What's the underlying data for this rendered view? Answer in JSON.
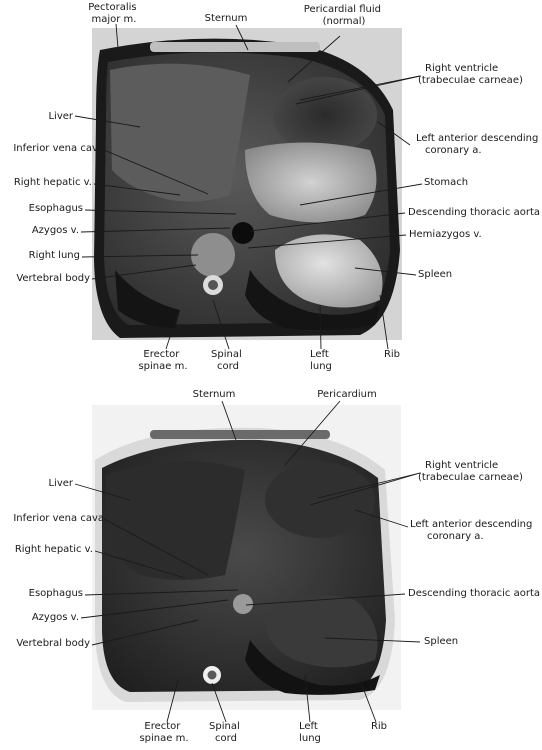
{
  "colors": {
    "leader": "#1a1a1a",
    "text": "#1a1a1a",
    "background": "#ffffff"
  },
  "top_panel": {
    "labels": {
      "pectoralis_major": [
        "Pectoralis",
        "major m."
      ],
      "sternum": [
        "Sternum"
      ],
      "pericardial_fluid": [
        "Pericardial fluid",
        "(normal)"
      ],
      "right_ventricle": [
        "Right ventricle",
        "(trabeculae carneae)"
      ],
      "liver": [
        "Liver"
      ],
      "left_anterior_descending": [
        "Left anterior descending",
        "coronary a."
      ],
      "inferior_vena_cava": [
        "Inferior vena cava"
      ],
      "right_hepatic_v": [
        "Right hepatic v."
      ],
      "stomach": [
        "Stomach"
      ],
      "esophagus": [
        "Esophagus"
      ],
      "descending_thoracic_aorta": [
        "Descending thoracic aorta"
      ],
      "azygos_v": [
        "Azygos v."
      ],
      "hemiazygos_v": [
        "Hemiazygos v."
      ],
      "right_lung": [
        "Right lung"
      ],
      "vertebral_body": [
        "Vertebral body"
      ],
      "spleen": [
        "Spleen"
      ],
      "erector_spinae": [
        "Erector",
        "spinae m."
      ],
      "spinal_cord": [
        "Spinal",
        "cord"
      ],
      "left_lung": [
        "Left",
        "lung"
      ],
      "rib": [
        "Rib"
      ]
    }
  },
  "bottom_panel": {
    "labels": {
      "sternum": [
        "Sternum"
      ],
      "pericardium": [
        "Pericardium"
      ],
      "right_ventricle": [
        "Right ventricle",
        "(trabeculae carneae)"
      ],
      "liver": [
        "Liver"
      ],
      "left_anterior_descending": [
        "Left anterior descending",
        "coronary a."
      ],
      "inferior_vena_cava": [
        "Inferior vena cava"
      ],
      "right_hepatic_v": [
        "Right hepatic v."
      ],
      "esophagus": [
        "Esophagus"
      ],
      "descending_thoracic_aorta": [
        "Descending thoracic aorta"
      ],
      "azygos_v": [
        "Azygos v."
      ],
      "vertebral_body": [
        "Vertebral body"
      ],
      "spleen": [
        "Spleen"
      ],
      "erector_spinae": [
        "Erector",
        "spinae m."
      ],
      "spinal_cord": [
        "Spinal",
        "cord"
      ],
      "left_lung": [
        "Left",
        "lung"
      ],
      "rib": [
        "Rib"
      ]
    }
  }
}
